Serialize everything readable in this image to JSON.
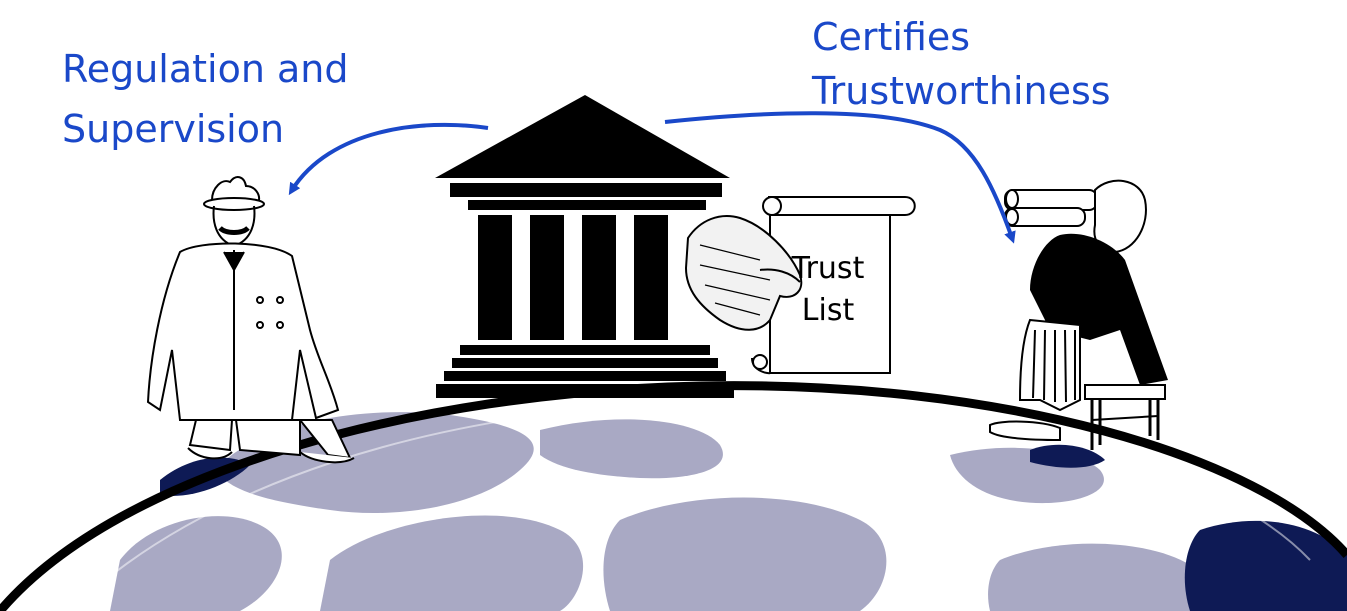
{
  "labels": {
    "regulation_line1": "Regulation and",
    "regulation_line2": "Supervision",
    "certifies_line1": "Certifies",
    "certifies_line2": "Trustworthiness"
  },
  "scroll": {
    "line1": "Trust",
    "line2": "List"
  },
  "colors": {
    "label_blue": "#1a48c9",
    "arrow_blue": "#1a48c9",
    "globe_land": "#a9a9c4",
    "globe_ocean_dark": "#0e1a55",
    "building": "#000000"
  },
  "icons": {
    "building": "bank-building-icon",
    "supervisor": "man-with-hat-icon",
    "observer": "man-with-binoculars-icon",
    "document": "scroll-icon",
    "hand": "hand-icon",
    "globe": "globe-icon"
  }
}
